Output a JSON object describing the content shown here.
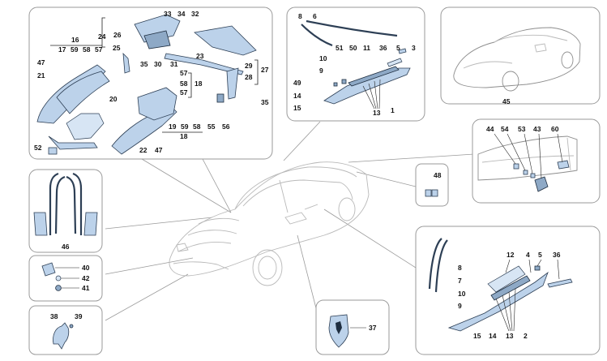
{
  "callouts": {
    "n1": "1",
    "n2": "2",
    "n3": "3",
    "n4": "4",
    "n5": "5",
    "n6": "6",
    "n7": "7",
    "n8": "8",
    "n9": "9",
    "n10": "10",
    "n11": "11",
    "n12": "12",
    "n13": "13",
    "n14": "14",
    "n15": "15",
    "n16": "16",
    "n17": "17",
    "n18": "18",
    "n19": "19",
    "n20": "20",
    "n21": "21",
    "n22": "22",
    "n23": "23",
    "n24": "24",
    "n25": "25",
    "n26": "26",
    "n27": "27",
    "n28": "28",
    "n29": "29",
    "n30": "30",
    "n31": "31",
    "n32": "32",
    "n33": "33",
    "n34": "34",
    "n35": "35",
    "n36": "36",
    "n37": "37",
    "n38": "38",
    "n39": "39",
    "n40": "40",
    "n41": "41",
    "n42": "42",
    "n43": "43",
    "n44": "44",
    "n45": "45",
    "n46": "46",
    "n47": "47",
    "n48": "48",
    "n49": "49",
    "n50": "50",
    "n51": "51",
    "n52": "52",
    "n53": "53",
    "n54": "54",
    "n55": "55",
    "n56": "56",
    "n57": "57",
    "n58": "58",
    "n59": "59",
    "n60": "60"
  },
  "colors": {
    "part_fill": "#bcd2ea",
    "part_outline": "#2d3f55",
    "panel_border": "#9a9a9a",
    "car_outline": "#b9b9b9"
  }
}
